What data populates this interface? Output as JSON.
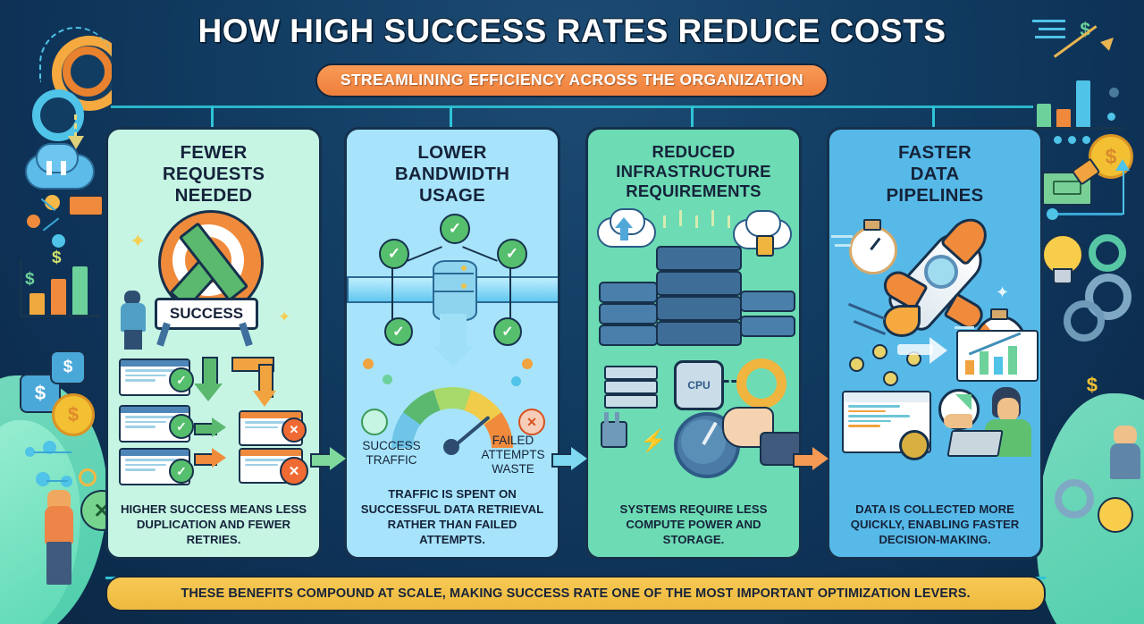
{
  "header": {
    "title": "HOW HIGH SUCCESS RATES REDUCE COSTS",
    "subtitle": "STREAMLINING EFFICIENCY ACROSS THE ORGANIZATION",
    "title_color": "#ffffff",
    "subtitle_bg": "#ef7f3c"
  },
  "panels": [
    {
      "id": "fewer-requests-needed",
      "title": "FEWER\nREQUESTS\nNEEDED",
      "title_line1": "FEWER",
      "title_line2": "REQUESTS",
      "title_line3": "NEEDED",
      "badge_label": "SUCCESS",
      "caption": "HIGHER SUCCESS MEANS LESS DUPLICATION AND FEWER RETRIES.",
      "bg_color": "#c6f5e4",
      "icons": [
        "target-bullseye-icon",
        "green-checkmark-icon",
        "success-sign-icon",
        "person-icon",
        "document-card-icon",
        "check-badge-icon",
        "error-badge-icon",
        "down-arrow-icon",
        "sparkle-icon"
      ]
    },
    {
      "id": "lower-bandwidth-usage",
      "title_line1": "LOWER",
      "title_line2": "BANDWIDTH",
      "title_line3": "USAGE",
      "gauge_left_label": "SUCCESS\nTRAFFIC",
      "gauge_left_label_line1": "SUCCESS",
      "gauge_left_label_line2": "TRAFFIC",
      "gauge_right_label_line1": "FAILED",
      "gauge_right_label_line2": "ATTEMPTS",
      "gauge_right_label_line3": "WASTE",
      "caption": "TRAFFIC IS SPENT ON SUCCESSFUL DATA RETRIEVAL RATHER THAN FAILED ATTEMPTS.",
      "bg_color": "#a7e4fb",
      "icons": [
        "network-node-icon",
        "database-cylinder-icon",
        "pipe-flow-icon",
        "gauge-meter-icon",
        "green-checkmark-icon",
        "red-x-icon"
      ]
    },
    {
      "id": "reduced-infrastructure-requirements",
      "title_line1": "REDUCED",
      "title_line2": "INFRASTRUCTURE",
      "title_line3": "REQUIREMENTS",
      "cpu_label": "CPU",
      "caption": "SYSTEMS REQUIRE LESS COMPUTE POWER AND STORAGE.",
      "bg_color": "#6ddbb4",
      "icons": [
        "cloud-upload-icon",
        "cloud-plug-icon",
        "server-rack-icon",
        "cpu-gear-icon",
        "gear-icon",
        "power-plug-icon",
        "lightning-bolt-icon",
        "dial-knob-icon",
        "hand-icon"
      ]
    },
    {
      "id": "faster-data-pipelines",
      "title_line1": "FASTER",
      "title_line2": "DATA",
      "title_line3": "PIPELINES",
      "caption": "DATA IS COLLECTED MORE QUICKLY, ENABLING FASTER DECISION-MAKING.",
      "bg_color": "#57b9e8",
      "icons": [
        "rocket-icon",
        "stopwatch-icon",
        "speed-lines-icon",
        "bar-chart-growth-icon",
        "browser-window-icon",
        "ribbon-seal-icon",
        "clock-bubble-icon",
        "person-laptop-icon",
        "arrow-right-icon"
      ]
    }
  ],
  "flow_arrows": [
    {
      "name": "arrow-panel1-to-panel2",
      "color": "#7fd99c"
    },
    {
      "name": "arrow-panel2-to-panel3",
      "color": "#7fd9f0"
    },
    {
      "name": "arrow-panel3-to-panel4",
      "color": "#f59a55"
    }
  ],
  "footer": {
    "banner_text": "THESE BENEFITS COMPOUND AT SCALE, MAKING SUCCESS RATE ONE OF THE MOST IMPORTANT OPTIMIZATION LEVERS.",
    "banner_bg": "#eeb93e"
  },
  "decorations": {
    "currency_symbol": "$",
    "left_icons": [
      "gear-icon",
      "cloud-sync-icon",
      "network-node-icon",
      "dollar-sign-icon",
      "bar-chart-icon",
      "coin-icon",
      "chat-bubble-icon",
      "person-icon",
      "green-x-bubble-icon"
    ],
    "right_icons": [
      "bar-chart-growth-icon",
      "dollar-sign-icon",
      "coin-icon",
      "money-cash-icon",
      "lightbulb-icon",
      "gear-icon",
      "person-icon",
      "up-arrow-icon"
    ]
  },
  "theme": {
    "background": "#123d63",
    "rail_color": "#2ec4d6",
    "panel_border": "#15314d"
  }
}
